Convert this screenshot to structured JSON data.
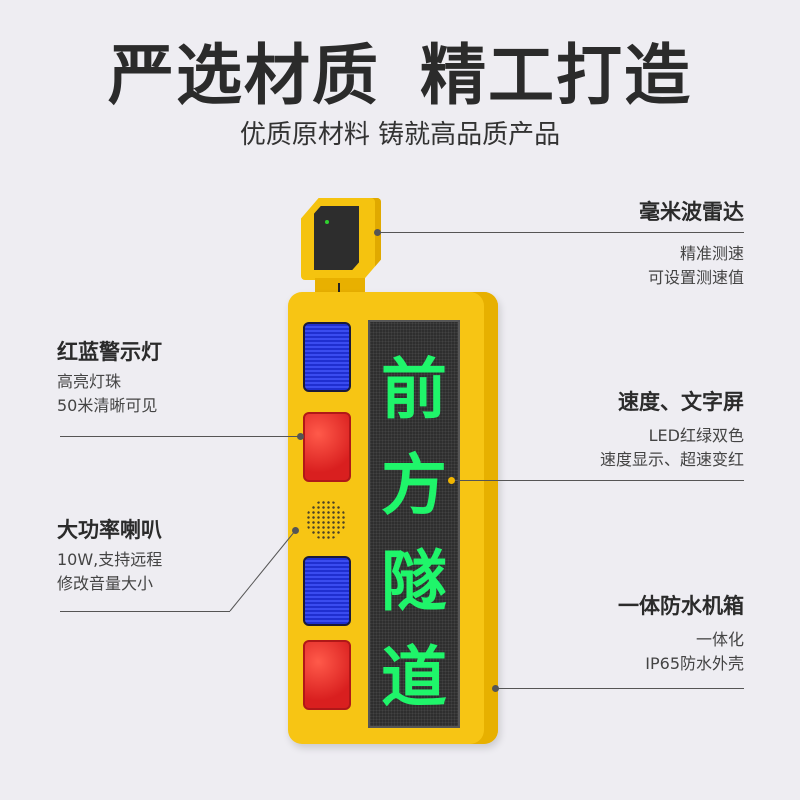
{
  "header": {
    "title_left": "严选材质",
    "title_right": "精工打造",
    "subtitle": "优质原材料 铸就高品质产品"
  },
  "features": {
    "radar": {
      "title": "毫米波雷达",
      "lines": [
        "精准测速",
        "可设置测速值"
      ]
    },
    "warning_lights": {
      "title": "红蓝警示灯",
      "lines": [
        "高亮灯珠",
        "50米清晰可见"
      ]
    },
    "screen": {
      "title": "速度、文字屏",
      "lines": [
        "LED红绿双色",
        "速度显示、超速变红"
      ]
    },
    "speaker": {
      "title": "大功率喇叭",
      "lines": [
        "10W,支持远程",
        "修改音量大小"
      ]
    },
    "enclosure": {
      "title": "一体防水机箱",
      "lines": [
        "一体化",
        "IP65防水外壳"
      ]
    }
  },
  "device": {
    "display_text": [
      "前",
      "方",
      "隧",
      "道"
    ],
    "colors": {
      "housing": "#f7c514",
      "display_text": "#1ff56a",
      "lamp_blue": "#2a3ce8",
      "lamp_red": "#e62a22"
    }
  }
}
